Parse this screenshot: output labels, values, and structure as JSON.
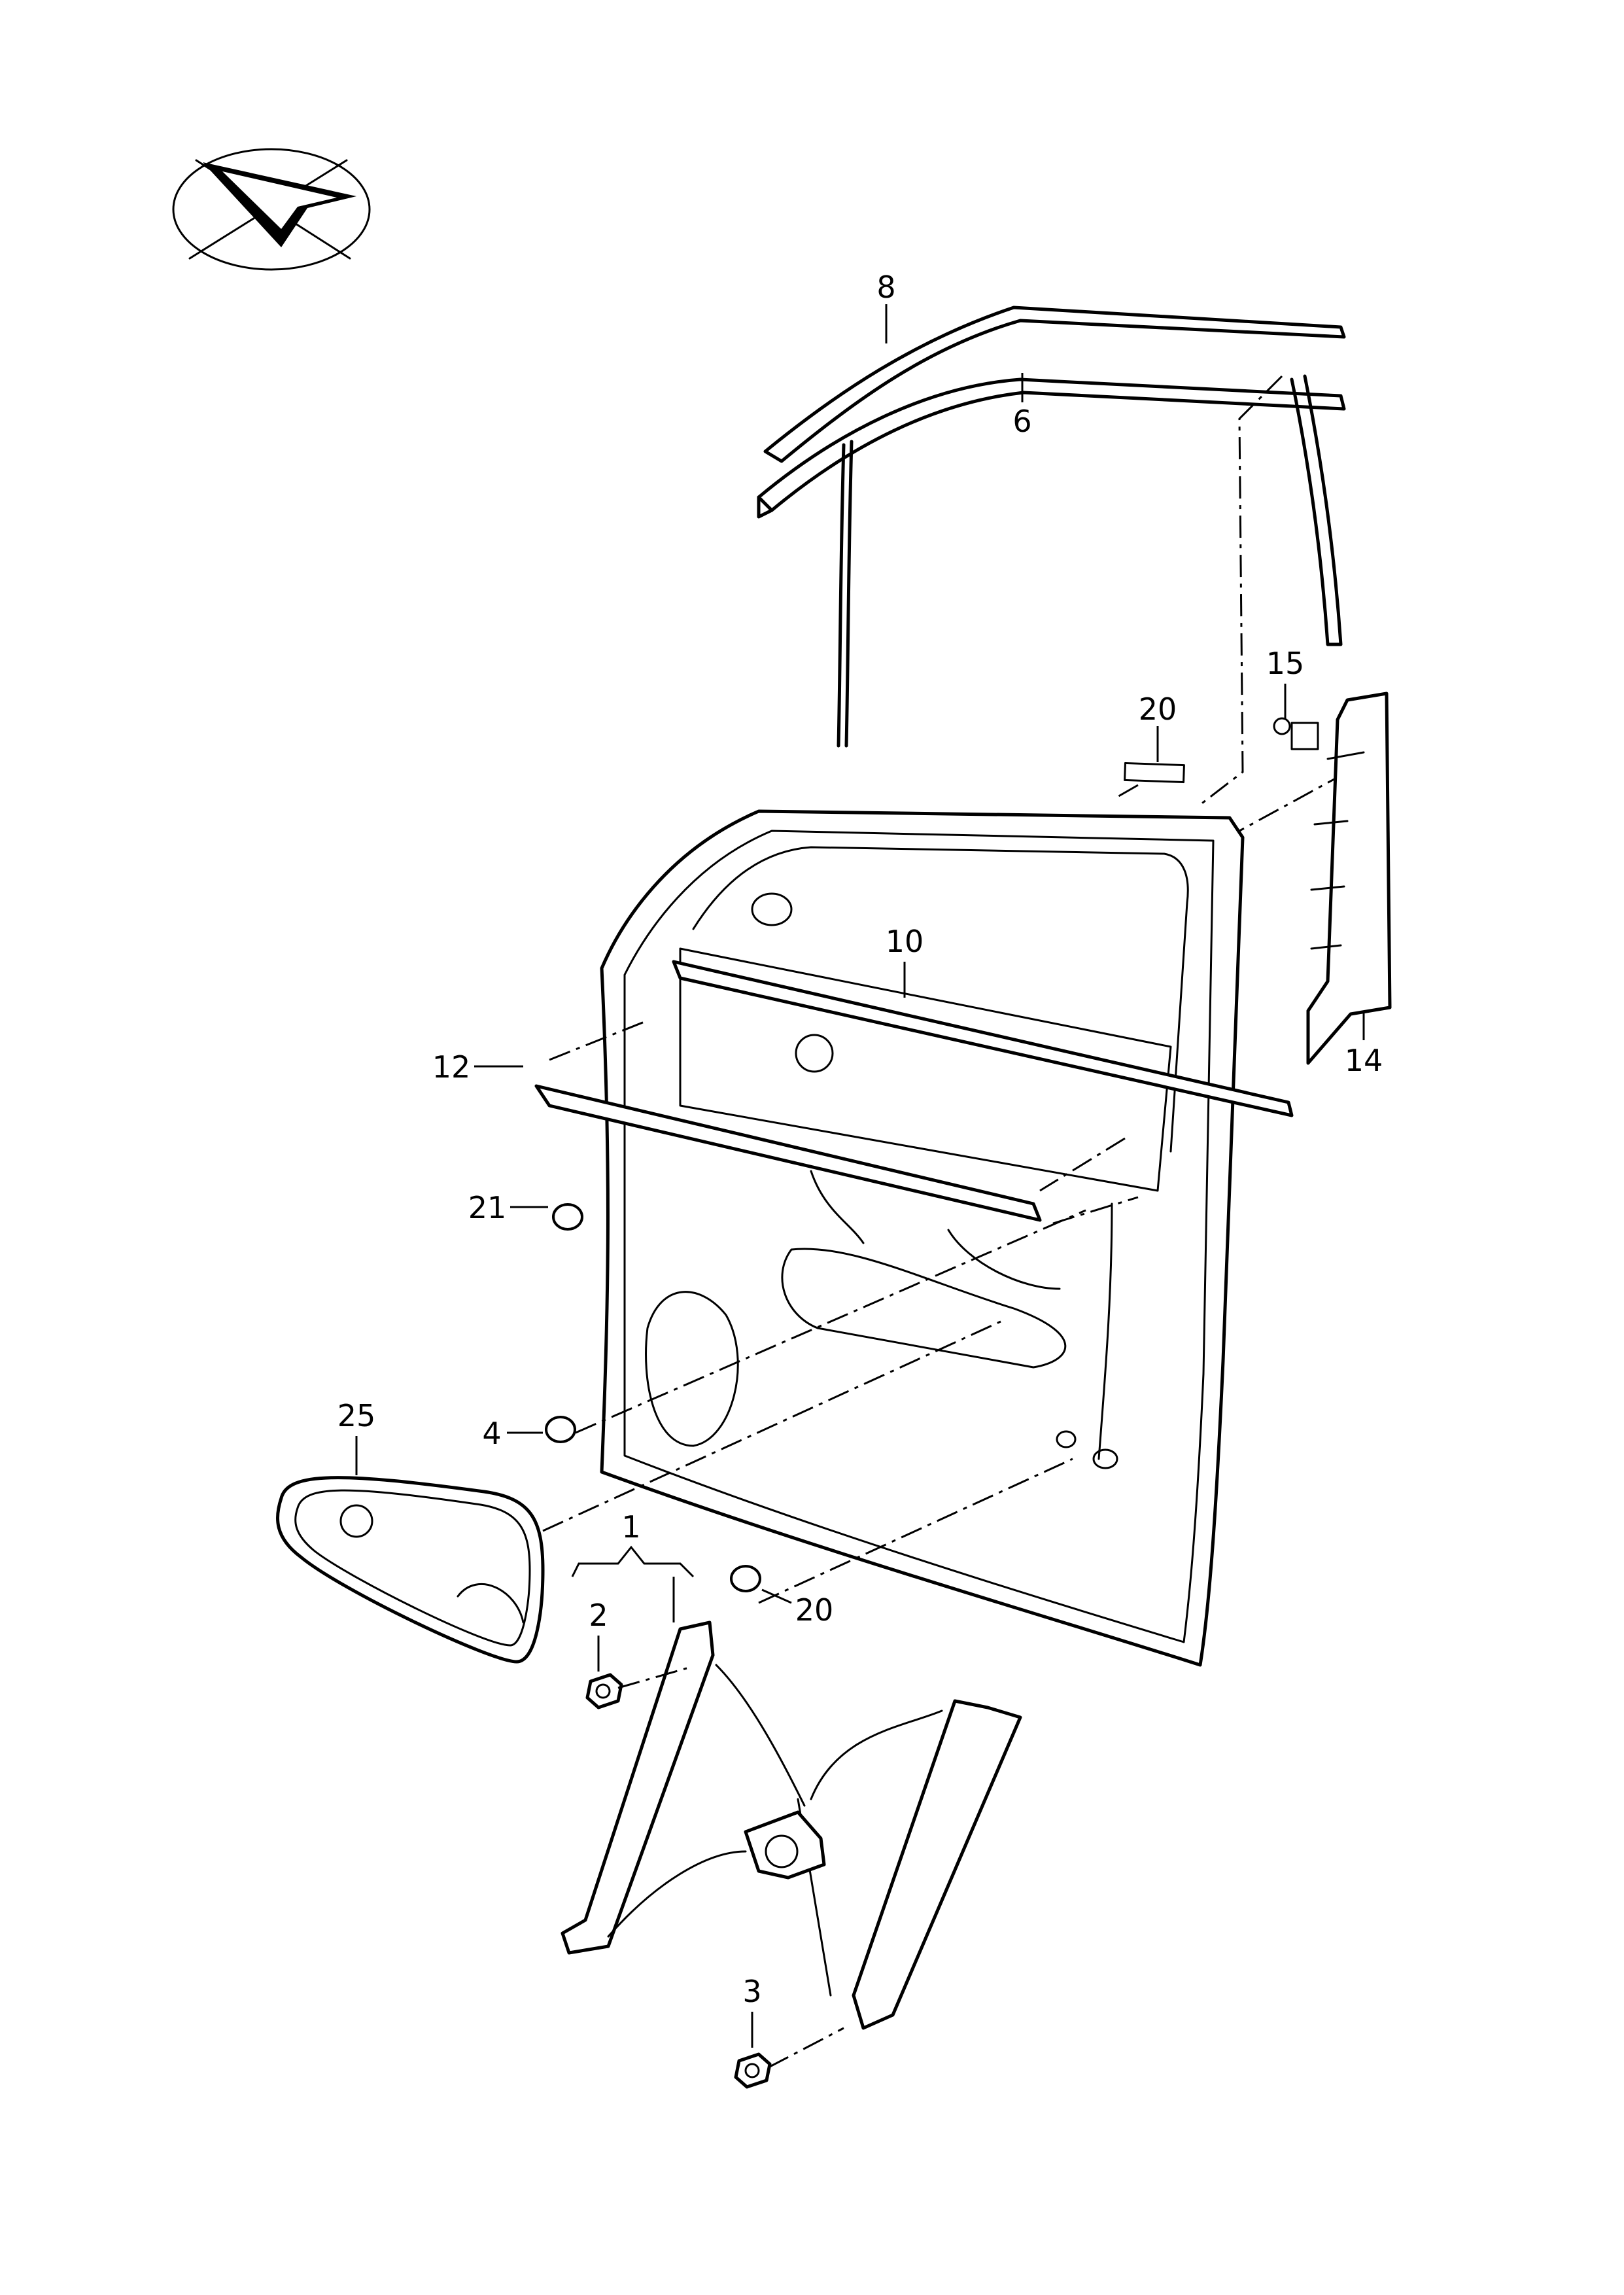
{
  "orientation_icon": "orientation-arrow-icon",
  "callouts": {
    "c8": "8",
    "c6": "6",
    "c15": "15",
    "c20_top": "20",
    "c10": "10",
    "c12": "12",
    "c14": "14",
    "c21": "21",
    "c4": "4",
    "c25": "25",
    "c1": "1",
    "c2": "2",
    "c20_bottom": "20",
    "c3": "3"
  }
}
